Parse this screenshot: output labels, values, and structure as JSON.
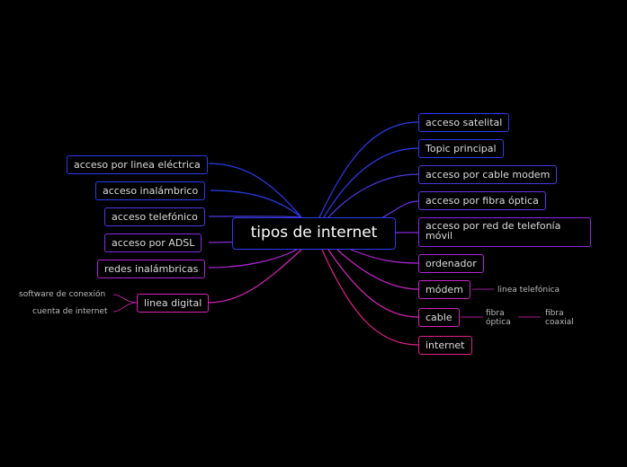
{
  "central": "tipos de internet",
  "colors": {
    "background": "#000000",
    "blue": "#2a3cf0",
    "indigo": "#4a3ae0",
    "purple": "#8a2ae0",
    "violet": "#b025d8",
    "magenta": "#d823b8",
    "pink": "#e0208a"
  },
  "left_topics": [
    "acceso por linea eléctrica",
    "acceso inalámbrico",
    "acceso telefónico",
    "acceso por ADSL",
    "redes inalámbricas",
    "linea digital"
  ],
  "linea_digital_subtopics": [
    "software de conexión",
    "cuenta de internet"
  ],
  "right_topics": [
    "acceso satelital",
    "Topic principal",
    "acceso por cable modem",
    "acceso por fibra óptica",
    "acceso por red de telefonía móvil",
    "ordenador",
    "módem",
    "cable",
    "internet"
  ],
  "modem_subtopics": [
    "linea telefónica"
  ],
  "cable_subtopics": [
    "fibra óptica"
  ],
  "fibra_optica_subtopics": [
    "fibra coaxial"
  ]
}
